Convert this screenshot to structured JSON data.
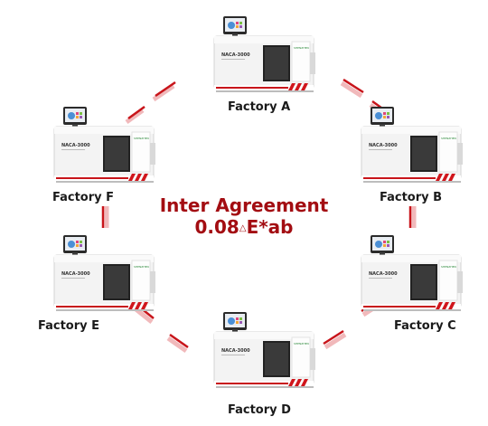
{
  "center": {
    "title": "Inter Agreement",
    "value": "0.08",
    "delta_symbol": "△",
    "unit": "E*ab"
  },
  "device": {
    "model": "NACA-3000",
    "brand": "SHENZHEN"
  },
  "factories": [
    {
      "id": "A",
      "label": "Factory A"
    },
    {
      "id": "B",
      "label": "Factory B"
    },
    {
      "id": "C",
      "label": "Factory C"
    },
    {
      "id": "D",
      "label": "Factory D"
    },
    {
      "id": "E",
      "label": "Factory E"
    },
    {
      "id": "F",
      "label": "Factory F"
    }
  ],
  "colors": {
    "accent": "#a30d12",
    "connector": "#c8141a",
    "connector_light": "#f1b9bb"
  }
}
